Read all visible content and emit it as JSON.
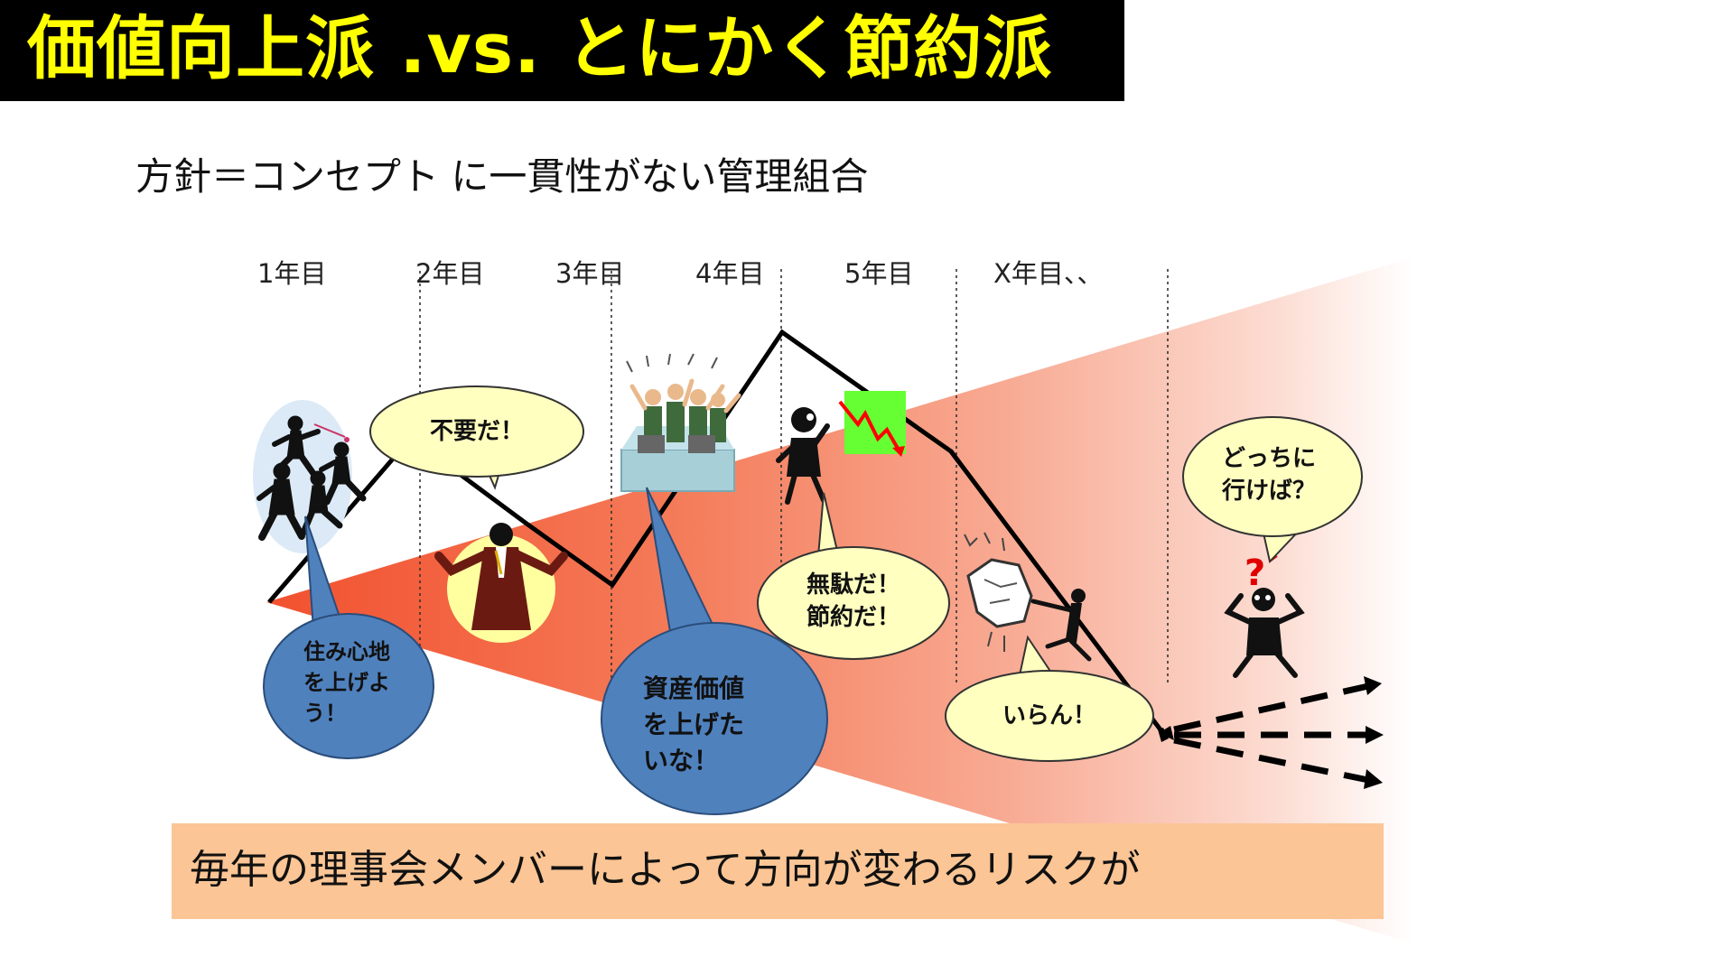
{
  "title": "価値向上派 .vs. とにかく節約派",
  "subtitle": "方針＝コンセプト に一貫性がない管理組合",
  "years": [
    "1年目",
    "2年目",
    "3年目",
    "4年目",
    "5年目",
    "X年目、、"
  ],
  "bubbles": {
    "fuyou": [
      "不要だ！"
    ],
    "sumigokochi": [
      "住み心地",
      "を上げよ",
      "う！"
    ],
    "shisan": [
      "資産価値",
      "を上げた",
      "いな！"
    ],
    "muda": [
      "無駄だ！",
      "節約だ！"
    ],
    "iran": [
      "いらん！"
    ],
    "docchi": [
      "どっちに",
      "行けば？"
    ]
  },
  "question_mark": "?",
  "footer": "毎年の理事会メンバーによって方向が変わるリスクが",
  "colors": {
    "title_bg": "#000000",
    "title_text": "#ffff00",
    "yellow_bubble": "#ffffc0",
    "blue_bubble": "#4f81bd",
    "wedge": "#f46f50",
    "footer_bg": "#fbc595",
    "chart_green": "#66ff33",
    "chart_red": "#ff0000"
  },
  "icons": [
    "running-businessmen-icon",
    "shrugging-man-icon",
    "cheering-crowd-icon",
    "worried-stick-figure-icon",
    "falling-chart-icon",
    "boulder-push-icon",
    "confused-stick-figure-icon",
    "diverging-arrows-icon"
  ]
}
